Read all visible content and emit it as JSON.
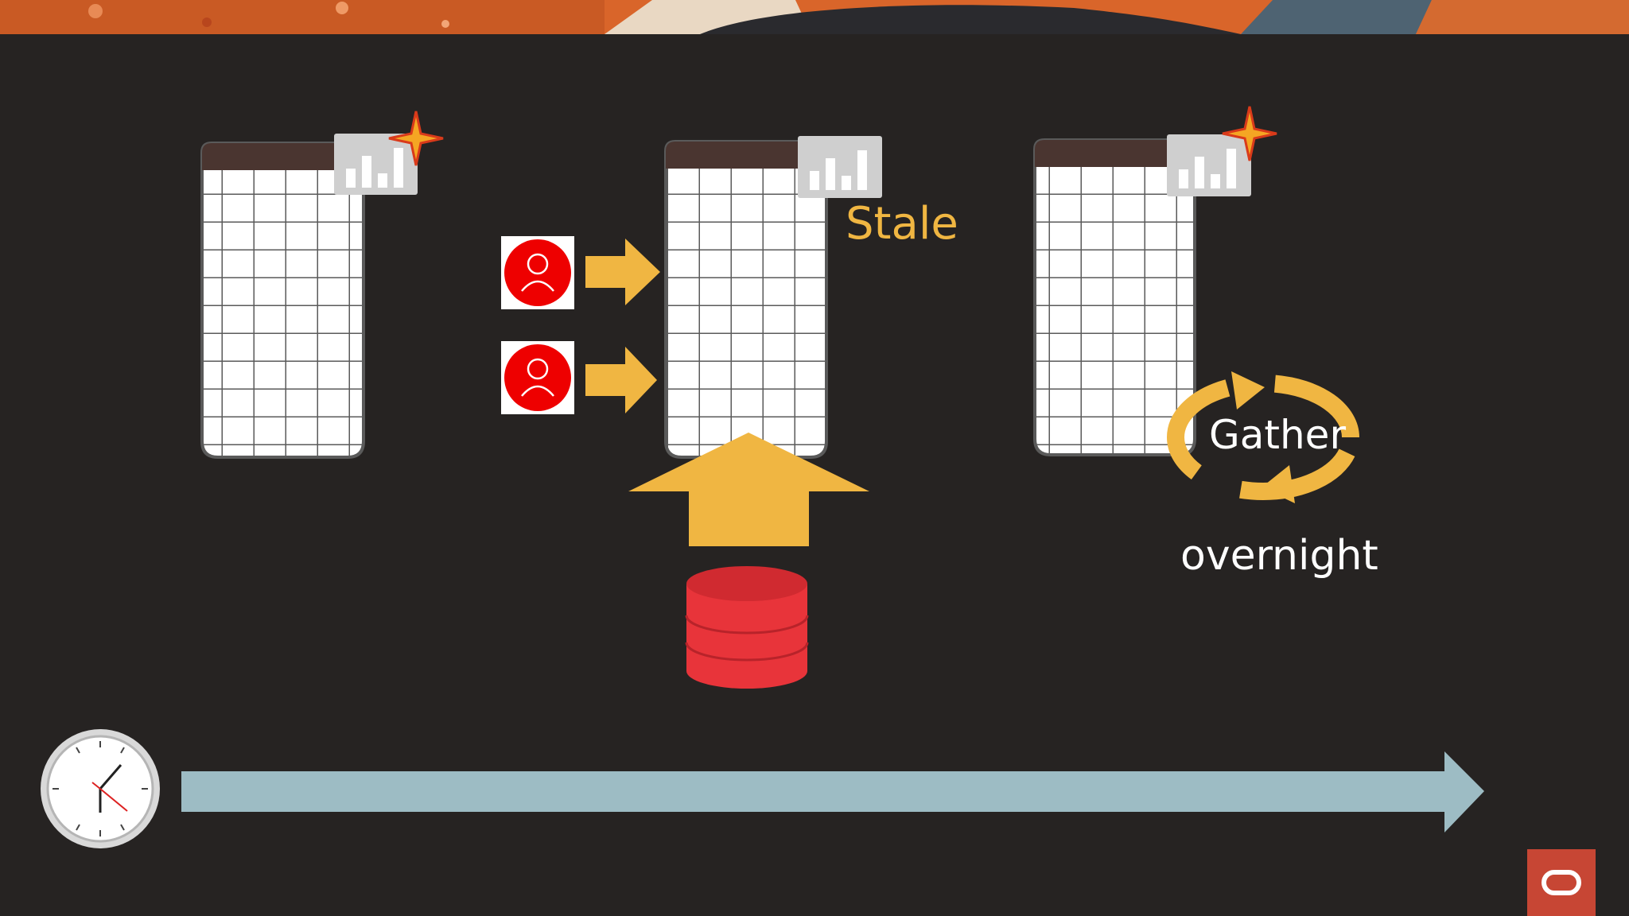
{
  "labels": {
    "stale": "Stale",
    "gather": "Gather",
    "overnight": "overnight"
  },
  "icons": {
    "table": "table-grid-icon",
    "stats": "bar-chart-icon",
    "sparkle": "sparkle-icon",
    "user": "user-icon",
    "database": "database-icon",
    "refresh": "refresh-cycle-icon",
    "clock": "clock-icon",
    "logo": "oracle-logo-icon"
  },
  "colors": {
    "background": "#262322",
    "accent": "#f0b642",
    "user_red": "#ee0000",
    "database_red": "#e8343a",
    "timeline": "#9dbcc4",
    "table_header": "#4a3530",
    "oracle_red": "#c74634"
  }
}
